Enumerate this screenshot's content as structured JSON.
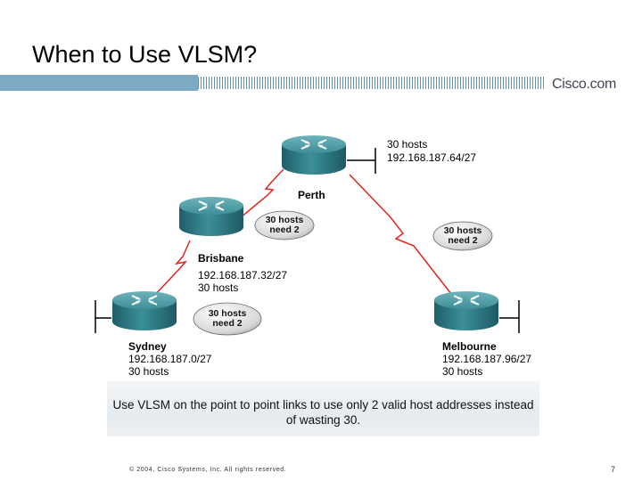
{
  "title": "When to Use VLSM?",
  "brand": "Cisco.com",
  "routers": [
    {
      "id": "perth",
      "name": "Perth",
      "lines": [
        "30 hosts",
        "192.168.187.64/27"
      ]
    },
    {
      "id": "brisbane",
      "name": "Brisbane",
      "lines": [
        "192.168.187.32/27",
        "30 hosts"
      ]
    },
    {
      "id": "sydney",
      "name": "Sydney",
      "lines": [
        "192.168.187.0/27",
        "30 hosts"
      ]
    },
    {
      "id": "melbourne",
      "name": "Melbourne",
      "lines": [
        "192.168.187.96/27",
        "30 hosts"
      ]
    }
  ],
  "bubbles": [
    {
      "line1": "30 hosts",
      "line2": "need 2"
    },
    {
      "line1": "30 hosts",
      "line2": "need 2"
    },
    {
      "line1": "30 hosts",
      "line2": "need 2"
    }
  ],
  "note": "Use VLSM on the  point to point links to use only 2 valid host addresses instead of wasting 30.",
  "footer": "© 2004, Cisco Systems, Inc. All rights reserved.",
  "page_number": "7",
  "colors": {
    "router": "#2f7c86",
    "link": "#e0251e",
    "band": "#7ea9c2"
  }
}
